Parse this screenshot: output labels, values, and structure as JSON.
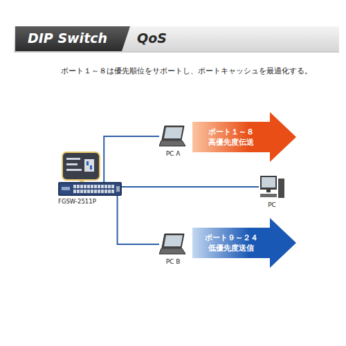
{
  "diagram": {
    "title": "DIP Switch",
    "nodes": [
      {
        "text": [
          "FGSW-2511P"
        ]
      },
      {
        "text": [
          "PC A"
        ]
      },
      {
        "text": [
          "ポート１～８",
          "高優先度伝送"
        ]
      },
      {
        "text": [
          "PC"
        ]
      },
      {
        "text": [
          "PC B"
        ]
      },
      {
        "text": [
          "ポート９～２４",
          "低優先度送信"
        ]
      }
    ],
    "edges": [
      {
        "from": 0,
        "to": 1,
        "arrow": "none"
      },
      {
        "from": 0,
        "to": 3,
        "arrow": "none"
      },
      {
        "from": 0,
        "to": 4,
        "arrow": "none"
      }
    ],
    "labels": [
      "QoS",
      "ポート１～８は優先順位をサポートし、ポートキャッシュを最適化する。"
    ]
  }
}
